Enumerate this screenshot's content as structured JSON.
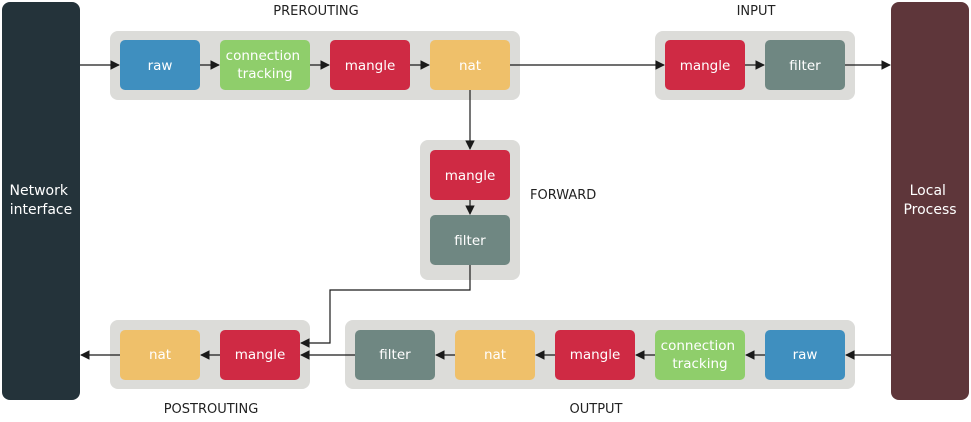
{
  "colors": {
    "raw": "#3f8fbf",
    "conntrack": "#8fce6b",
    "mangle": "#cf2a44",
    "nat": "#efc06a",
    "filter": "#6f8782",
    "network_interface": "#24333a",
    "local_process": "#5e363a",
    "chain_bg": "#dcdcd9"
  },
  "endpoints": {
    "network_interface": "Network interface",
    "local_process": "Local Process"
  },
  "chains": {
    "prerouting": {
      "label": "PREROUTING",
      "tables": [
        "raw",
        "connection tracking",
        "mangle",
        "nat"
      ]
    },
    "input": {
      "label": "INPUT",
      "tables": [
        "mangle",
        "filter"
      ]
    },
    "forward": {
      "label": "FORWARD",
      "tables": [
        "mangle",
        "filter"
      ]
    },
    "output": {
      "label": "OUTPUT",
      "tables": [
        "raw",
        "connection tracking",
        "mangle",
        "nat",
        "filter"
      ]
    },
    "postrouting": {
      "label": "POSTROUTING",
      "tables": [
        "mangle",
        "nat"
      ]
    }
  }
}
